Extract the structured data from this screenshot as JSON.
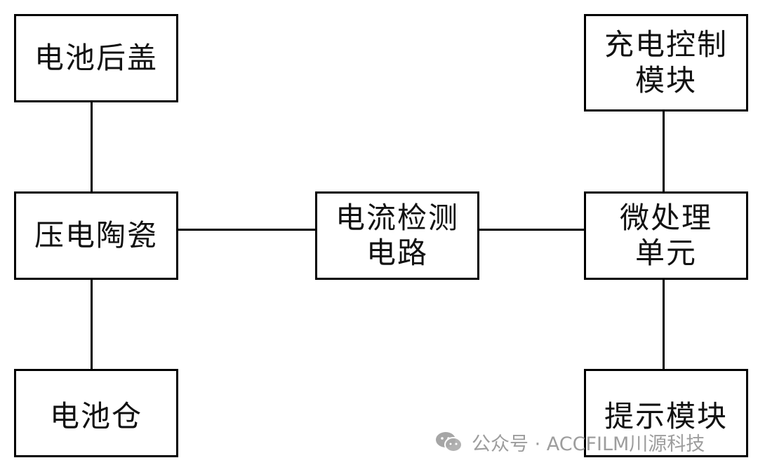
{
  "boxes": {
    "battery_cover": "电池后盖",
    "piezo_ceramic": "压电陶瓷",
    "battery_compartment": "电池仓",
    "current_detection": "电流检测\n电路",
    "charge_control": "充电控制\n模块",
    "microprocessor": "微处理\n单元",
    "alert_module": "提示模块"
  },
  "watermark": {
    "text": "公众号 · ACCFILM川源科技",
    "icon": "wechat-icon"
  }
}
